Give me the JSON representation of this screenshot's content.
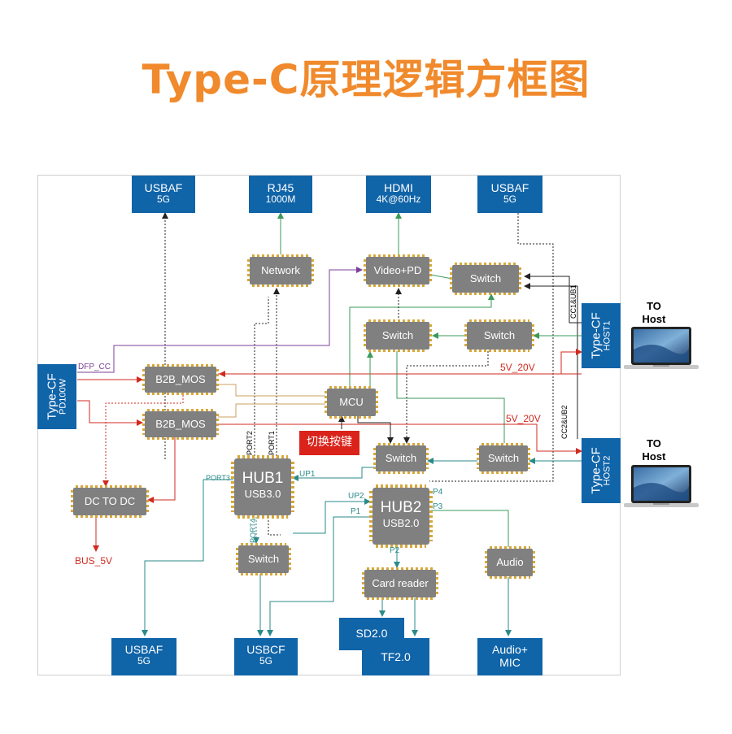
{
  "title": "Type-C原理逻辑方框图",
  "ports_top": [
    {
      "l1": "USBAF",
      "l2": "5G"
    },
    {
      "l1": "RJ45",
      "l2": "1000M"
    },
    {
      "l1": "HDMI",
      "l2": "4K@60Hz"
    },
    {
      "l1": "USBAF",
      "l2": "5G"
    }
  ],
  "ports_bottom": [
    {
      "l1": "USBAF",
      "l2": "5G"
    },
    {
      "l1": "USBCF",
      "l2": "5G"
    },
    {
      "l1": "SD2.0"
    },
    {
      "l1": "TF2.0"
    },
    {
      "l1": "Audio+",
      "l2": "MIC"
    }
  ],
  "left_port": {
    "l1": "Type-CF",
    "l2": "PD100W"
  },
  "host1_port": {
    "l1": "Type-CF",
    "l2": "HOST1"
  },
  "host2_port": {
    "l1": "Type-CF",
    "l2": "HOST2"
  },
  "chips": {
    "network": "Network",
    "video_pd": "Video+PD",
    "switch_top": "Switch",
    "switch_mid_left": "Switch",
    "switch_mid_right": "Switch",
    "b2b_mos_1": "B2B_MOS",
    "b2b_mos_2": "B2B_MOS",
    "mcu": "MCU",
    "switch_host2_left": "Switch",
    "switch_host2_right": "Switch",
    "dc_to_dc": "DC TO DC",
    "switch_port4": "Switch",
    "card_reader": "Card reader",
    "audio": "Audio"
  },
  "hub1": {
    "l1": "HUB1",
    "l2": "USB3.0"
  },
  "hub2": {
    "l1": "HUB2",
    "l2": "USB2.0"
  },
  "button": "切换按键",
  "labels": {
    "dfp_cc": "DFP_CC",
    "v1": "5V_20V",
    "v2": "5V_20V",
    "bus_5v": "BUS_5V",
    "port1": "PORT1",
    "port2": "PORT2",
    "port3": "PORT3",
    "port4": "PORT4",
    "up1": "UP1",
    "up2": "UP2",
    "p1": "P1",
    "p2": "P2",
    "p3": "P3",
    "p4": "P4",
    "cc1_ub1": "CC1&UB1",
    "cc2_ub2": "CC2&UB2"
  },
  "hosts": [
    {
      "l1": "TO",
      "l2": "Host"
    },
    {
      "l1": "TO",
      "l2": "Host"
    }
  ],
  "colors": {
    "title": "#f08a2c",
    "port_blue": "#1064a8",
    "chip_gray": "#808080",
    "pin_gold": "#d7a83a",
    "red": "#d12a1f",
    "green": "#3a9a5a",
    "teal": "#2a8a8a",
    "purple": "#7b3f98",
    "button_red": "#d9231b"
  }
}
